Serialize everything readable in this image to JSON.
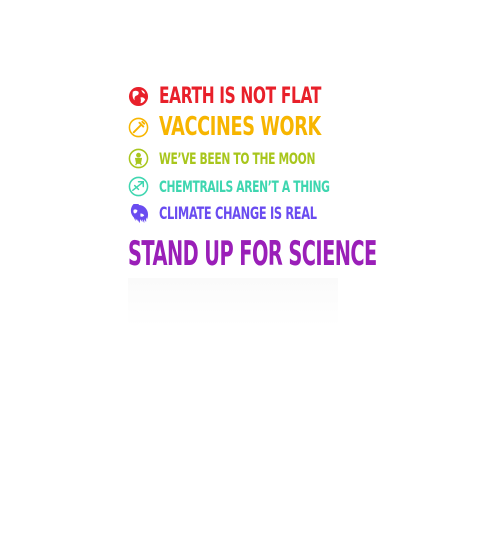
{
  "lines": [
    {
      "text": "EARTH IS NOT FLAT",
      "color": "#e8202a",
      "icon": "globe-icon"
    },
    {
      "text": "VACCINES WORK",
      "color": "#f7b500",
      "icon": "syringe-icon"
    },
    {
      "text": "WE’VE BEEN TO THE MOON",
      "color": "#a8c61c",
      "icon": "astronaut-icon"
    },
    {
      "text": "CHEMTRAILS AREN’T A THING",
      "color": "#3fd6b0",
      "icon": "airplane-icon"
    },
    {
      "text": "CLIMATE CHANGE IS REAL",
      "color": "#6a4cf0",
      "icon": "melting-earth-icon"
    }
  ],
  "headline": {
    "text": "STAND UP FOR SCIENCE",
    "color": "#9a1fb8"
  }
}
